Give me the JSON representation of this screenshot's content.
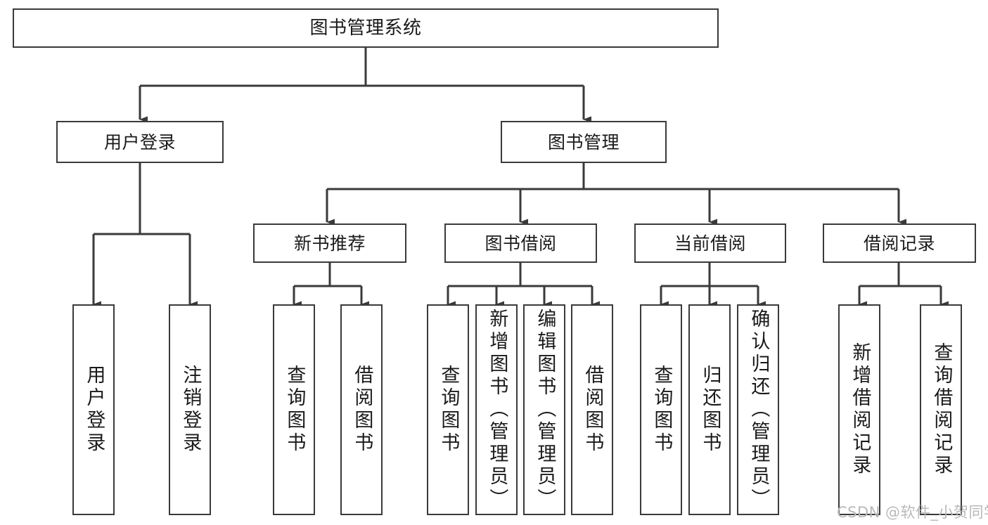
{
  "diagram": {
    "title": "图书管理系统",
    "watermark": "CSDN @软件_小贺同学",
    "colors": {
      "stroke": "#3a3a3a",
      "box_fill": "#ffffff",
      "text": "#1a1a1a",
      "watermark": "#b9b9b9",
      "background": "#ffffff"
    },
    "root": {
      "label": "图书管理系统"
    },
    "level2": [
      {
        "label": "用户登录"
      },
      {
        "label": "图书管理"
      }
    ],
    "level3": [
      {
        "label": "新书推荐"
      },
      {
        "label": "图书借阅"
      },
      {
        "label": "当前借阅"
      },
      {
        "label": "借阅记录"
      }
    ],
    "leaves": {
      "user_login": [
        {
          "label": "用户登录"
        },
        {
          "label": "注销登录"
        }
      ],
      "new_book_recommend": [
        {
          "label": "查询图书"
        },
        {
          "label": "借阅图书"
        }
      ],
      "book_borrow": [
        {
          "label": "查询图书"
        },
        {
          "label": "新增图书（管理员）"
        },
        {
          "label": "编辑图书（管理员）"
        },
        {
          "label": "借阅图书"
        }
      ],
      "current_borrow": [
        {
          "label": "查询图书"
        },
        {
          "label": "归还图书"
        },
        {
          "label": "确认归还（管理员）"
        }
      ],
      "borrow_record": [
        {
          "label": "新增借阅记录"
        },
        {
          "label": "查询借阅记录"
        }
      ]
    }
  }
}
